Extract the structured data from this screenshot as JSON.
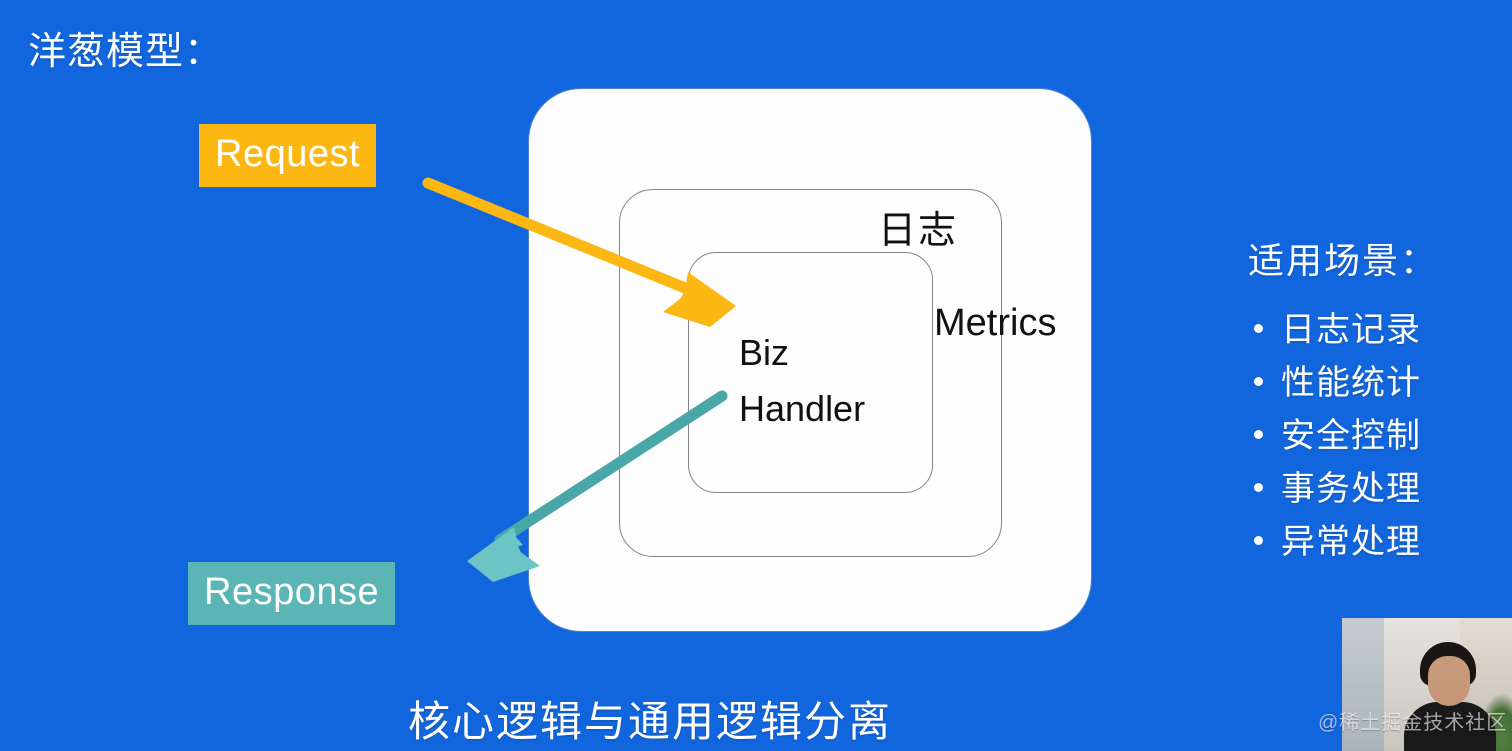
{
  "slide": {
    "background_color": "#1266dd",
    "title": "洋葱模型：",
    "caption": "核心逻辑与通用逻辑分离"
  },
  "diagram": {
    "type": "nested-onion-layers",
    "layers": [
      {
        "id": "outer",
        "label": "日志",
        "label_position": "top-right",
        "fill": "#fdfdfd",
        "border_color": "#b4b4be"
      },
      {
        "id": "middle",
        "label": "Metrics",
        "label_position": "top-right",
        "fill": "transparent",
        "border_color": "#8c7f8c"
      },
      {
        "id": "inner",
        "label": "Biz Handler",
        "label_position": "center",
        "fill": "transparent",
        "border_color": "#8c7f8c"
      }
    ],
    "inner_label_line1": "Biz",
    "inner_label_line2": "Handler",
    "chips": [
      {
        "id": "request",
        "text": "Request",
        "background": "#fcb712",
        "text_color": "#ffffff"
      },
      {
        "id": "response",
        "text": "Response",
        "background": "#5bb5b5",
        "text_color": "#ffffff"
      }
    ],
    "arrows": [
      {
        "id": "request-arrow",
        "color": "#fcb712",
        "from": "Request",
        "to": "Biz Handler",
        "direction": "inbound"
      },
      {
        "id": "response-arrow",
        "color": "#4aa7a7",
        "from": "Biz Handler",
        "to": "Response",
        "direction": "outbound"
      }
    ]
  },
  "scenarios": {
    "heading": "适用场景：",
    "items": [
      "日志记录",
      "性能统计",
      "安全控制",
      "事务处理",
      "异常处理"
    ]
  },
  "overlay": {
    "watermark": "@稀土掘金技术社区"
  }
}
